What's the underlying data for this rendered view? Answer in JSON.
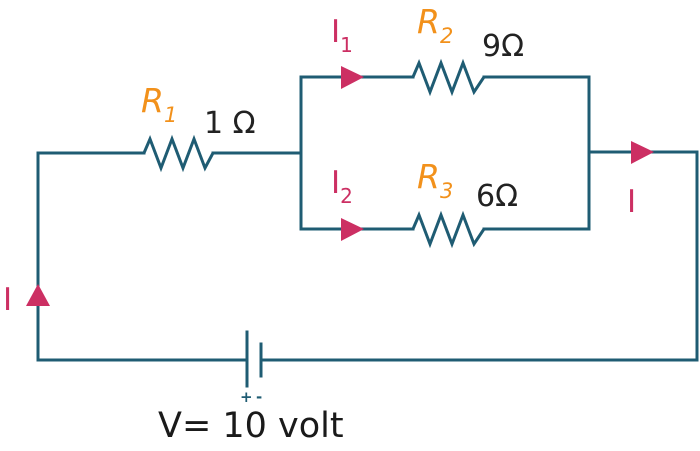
{
  "resistors": [
    {
      "name": "R",
      "sub": "1",
      "value": "1 Ω"
    },
    {
      "name": "R",
      "sub": "2",
      "value": "9Ω"
    },
    {
      "name": "R",
      "sub": "3",
      "value": "6Ω"
    }
  ],
  "currents": {
    "i1": {
      "name": "I",
      "sub": "1"
    },
    "i2": {
      "name": "I",
      "sub": "2"
    },
    "total_right": "I",
    "total_left": "I"
  },
  "battery": {
    "plus": "+",
    "minus": "-",
    "label": "V= 10 volt"
  },
  "colors": {
    "wire": "#1f5c73",
    "current": "#cc2f63",
    "resistor_label": "#f2911b",
    "text": "#1a1a1a"
  }
}
